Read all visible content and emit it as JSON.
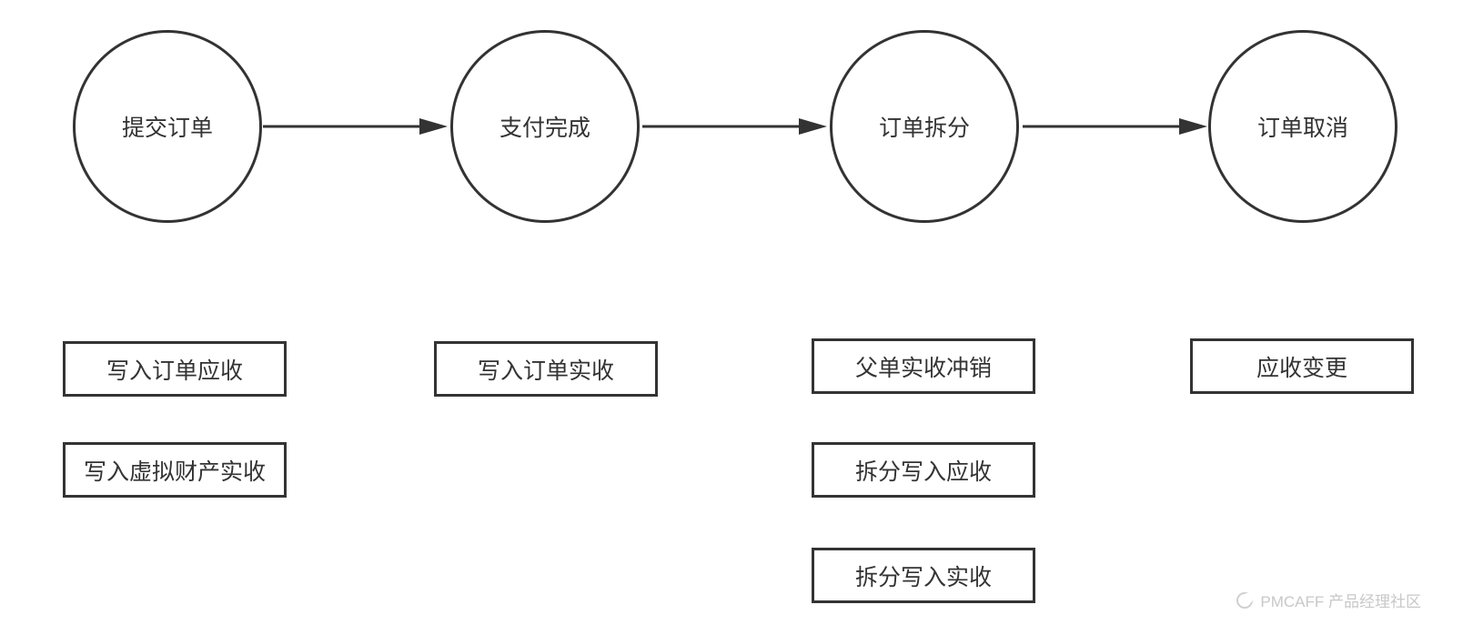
{
  "flow": {
    "states": [
      {
        "label": "提交订单"
      },
      {
        "label": "支付完成"
      },
      {
        "label": "订单拆分"
      },
      {
        "label": "订单取消"
      }
    ]
  },
  "actions": {
    "submit": [
      "写入订单应收",
      "写入虚拟财产实收"
    ],
    "paid": [
      "写入订单实收"
    ],
    "split": [
      "父单实收冲销",
      "拆分写入应收",
      "拆分写入实收"
    ],
    "cancel": [
      "应收变更"
    ]
  },
  "watermark": {
    "text": "PMCAFF 产品经理社区"
  }
}
